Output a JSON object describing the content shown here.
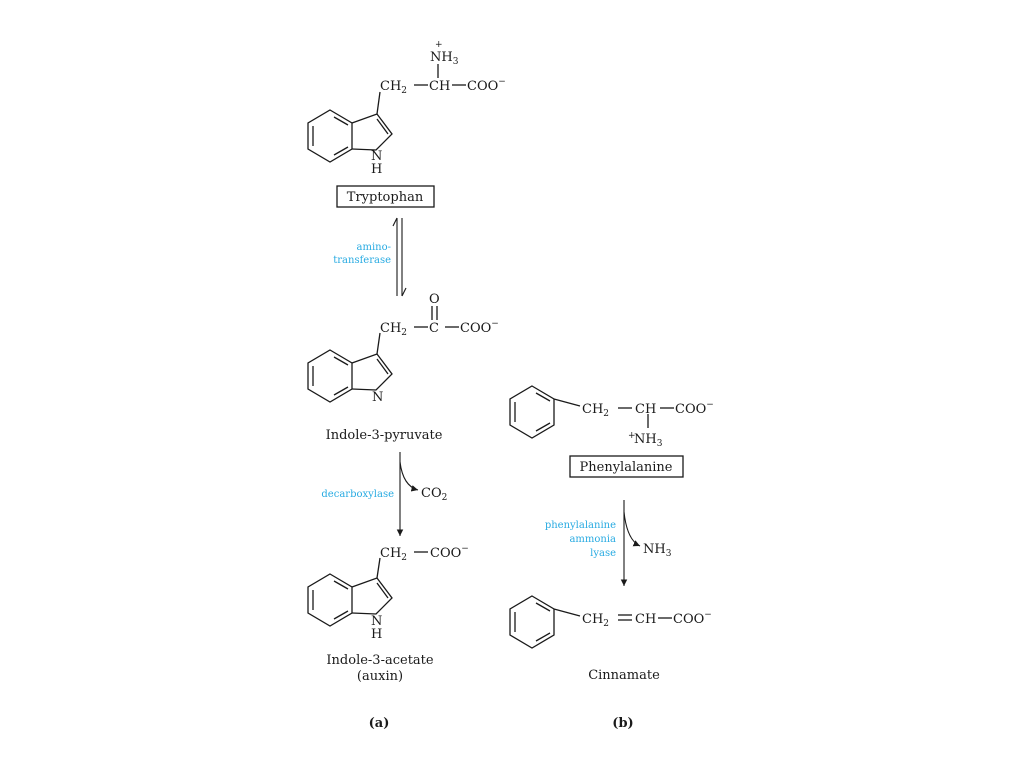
{
  "colors": {
    "enzyme": "#29abe2",
    "ink": "#1a1a1a"
  },
  "panel_a": {
    "label": "(a)",
    "tryptophan": {
      "name": "Tryptophan",
      "ch2": "CH",
      "ch2_sub": "2",
      "ch": "CH",
      "coo": "COO",
      "coo_charge": "−",
      "nh3": "NH",
      "nh3_sub": "3",
      "nh3_charge": "+",
      "ring_n": "N",
      "ring_h": "H"
    },
    "step1": {
      "enzyme_line1": "amino-",
      "enzyme_line2": "transferase"
    },
    "indole_pyruvate": {
      "name": "Indole-3-pyruvate",
      "ch2": "CH",
      "ch2_sub": "2",
      "c": "C",
      "o": "O",
      "coo": "COO",
      "coo_charge": "−",
      "ring_n": "N"
    },
    "step2": {
      "enzyme": "decarboxylase",
      "product": "CO",
      "product_sub": "2"
    },
    "indole_acetate": {
      "name_line1": "Indole-3-acetate",
      "name_line2": "(auxin)",
      "ch2": "CH",
      "ch2_sub": "2",
      "coo": "COO",
      "coo_charge": "−",
      "ring_n": "N",
      "ring_h": "H"
    }
  },
  "panel_b": {
    "label": "(b)",
    "phenylalanine": {
      "name": "Phenylalanine",
      "ch2": "CH",
      "ch2_sub": "2",
      "ch": "CH",
      "coo": "COO",
      "coo_charge": "−",
      "nh3": "NH",
      "nh3_sub": "3",
      "nh3_charge": "+"
    },
    "step": {
      "enzyme_line1": "phenylalanine",
      "enzyme_line2": "ammonia",
      "enzyme_line3": "lyase",
      "product": "NH",
      "product_sub": "3"
    },
    "cinnamate": {
      "name": "Cinnamate",
      "ch2": "CH",
      "ch2_sub": "2",
      "ch": "CH",
      "coo": "COO",
      "coo_charge": "−"
    }
  }
}
